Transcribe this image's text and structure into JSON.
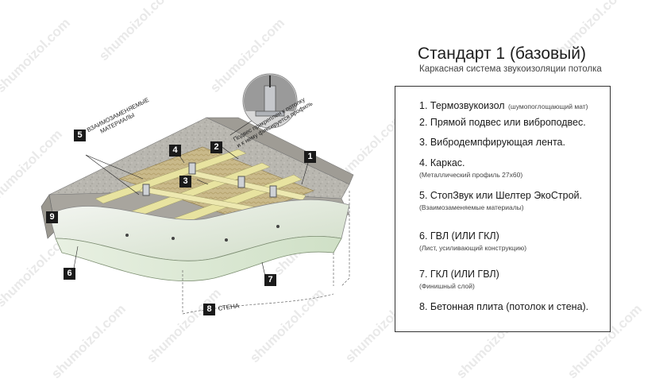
{
  "header": {
    "title": "Стандарт 1 (базовый)",
    "subtitle": "Каркасная система звукоизоляции потолка"
  },
  "legend": [
    {
      "main": "1. Термозвукоизол",
      "note": "(шумопоглощающий мат)",
      "note_inline": true
    },
    {
      "main": "2. Прямой подвес или виброподвес.",
      "note": ""
    },
    {
      "main": "3. Вибродемпфирующая лента.",
      "note": ""
    },
    {
      "main": "4. Каркас.",
      "note": "(Металлический профиль 27х60)"
    },
    {
      "main": "5. СтопЗвук или Шелтер ЭкоСтрой.",
      "note": "(Взаимозаменяемые материалы)"
    },
    {
      "main": "6. ГВЛ (ИЛИ ГКЛ)",
      "note": "(Лист, усиливающий конструкцию)"
    },
    {
      "main": "7. ГКЛ (ИЛИ ГВЛ)",
      "note": "(Финишный слой)"
    },
    {
      "main": "8. Бетонная плита (потолок и стена).",
      "note": ""
    }
  ],
  "callouts": {
    "interchangeable": [
      "ВЗАИМОЗАМЕНЯЕМЫЕ",
      "МАТЕРИАЛЫ"
    ],
    "hanger_note": [
      "Подвес прикреплен к потолку",
      "и к нему фиксируется профиль"
    ],
    "wall": "СТЕНА"
  },
  "badges": [
    "1",
    "2",
    "3",
    "4",
    "5",
    "6",
    "7",
    "8",
    "9"
  ],
  "watermark": "shumoizol.com",
  "colors": {
    "concrete": "#b9b7b0",
    "insulation": "#d9cf9e",
    "profile": "#e8e3a0",
    "gypsum_board": "#dfe9d8",
    "frame": "#9aa0a6",
    "badge": "#1a1a1a"
  }
}
